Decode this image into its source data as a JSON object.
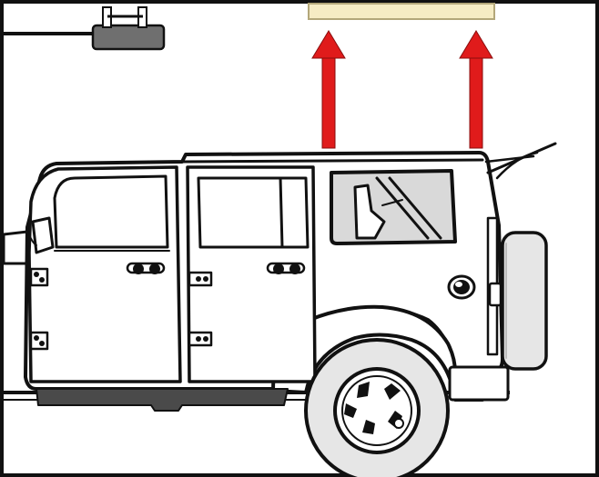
{
  "diagram": {
    "description_hidden": "",
    "colors": {
      "outline": "#111111",
      "body_fill": "#ffffff",
      "arrow": "#e01b1b",
      "panel": "#f6ecc4",
      "window_fill": "#d9d9d9",
      "tire_fill": "#e6e6e6",
      "hoist_fill": "#6f6f6f",
      "shadow": "#4a4a4a"
    },
    "elements": {
      "hoist": "hoist-icon",
      "lift_arrows": 2,
      "hardtop_panel": "hardtop-panel",
      "vehicle": "jeep-wrangler-unlimited",
      "spare_tire": "spare-tire",
      "rear_wheel": "rear-wheel"
    }
  }
}
